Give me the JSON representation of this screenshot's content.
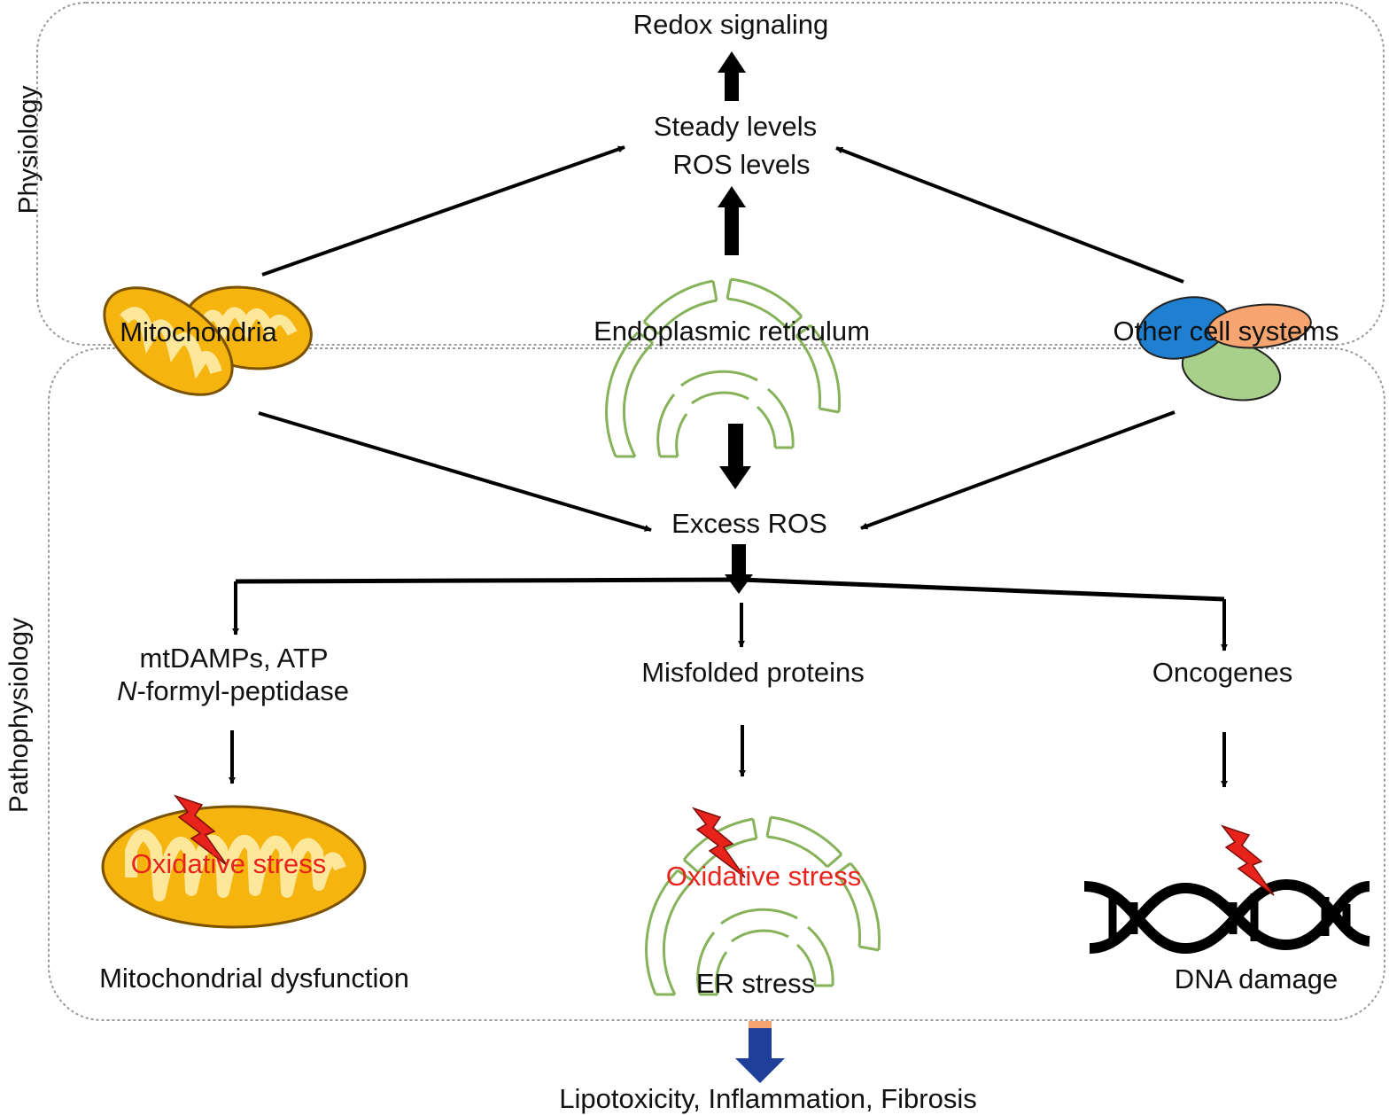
{
  "regions": {
    "physiology": "Physiology",
    "pathophysiology": "Pathophysiology"
  },
  "nodes": {
    "redox": "Redox signaling",
    "steady_line1": "Steady levels",
    "steady_line2": "ROS levels",
    "mitochondria": "Mitochondria",
    "er": "Endoplasmic reticulum",
    "other": "Other cell systems",
    "excess": "Excess ROS",
    "mtdamps_line1": "mtDAMPs, ATP",
    "mtdamps_line2_italic": "N",
    "mtdamps_line2_rest": "-formyl-peptidase",
    "misfolded": "Misfolded proteins",
    "oncogenes": "Oncogenes",
    "ox_stress_1": "Oxidative stress",
    "ox_stress_2": "Oxidative stress",
    "mito_dys": "Mitochondrial dysfunction",
    "er_stress": "ER stress",
    "dna_damage": "DNA damage",
    "outcome": "Lipotoxicity, Inflammation, Fibrosis"
  },
  "icons": {
    "mitochondria": "mitochondria-icon",
    "er": "endoplasmic-reticulum-icon",
    "other_cells": "cell-organelles-icon",
    "lightning": "lightning-bolt-icon",
    "dna": "dna-helix-icon"
  },
  "colors": {
    "mito_fill": "#f6b40f",
    "mito_inner": "#fde79a",
    "er_stroke": "#86b25a",
    "blue_cell": "#1f7fd0",
    "orange_cell": "#f6a470",
    "green_cell": "#a9d08a",
    "lightning": "#e8231c",
    "outcome_arrow": "#1f3f99",
    "border": "#999999"
  }
}
